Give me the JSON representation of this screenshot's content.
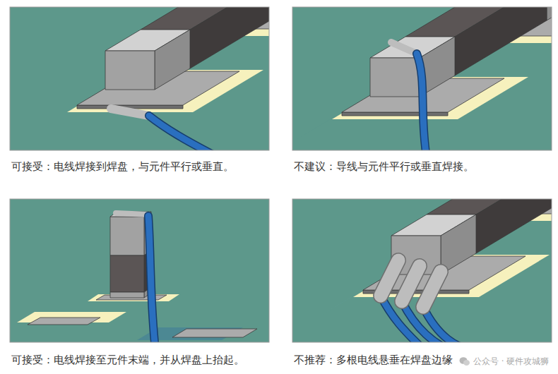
{
  "diagram": {
    "labels": [
      "可接受：电线焊接到焊盘，与元件平行或垂直。",
      "不建议：导线与元件平行或垂直焊接。",
      "可接受：电线焊接至元件末端，并从焊盘上抬起。",
      "不推荐：多根电线悬垂在焊盘边缘",
      "公众号 · 硬件攻城狮"
    ]
  }
}
